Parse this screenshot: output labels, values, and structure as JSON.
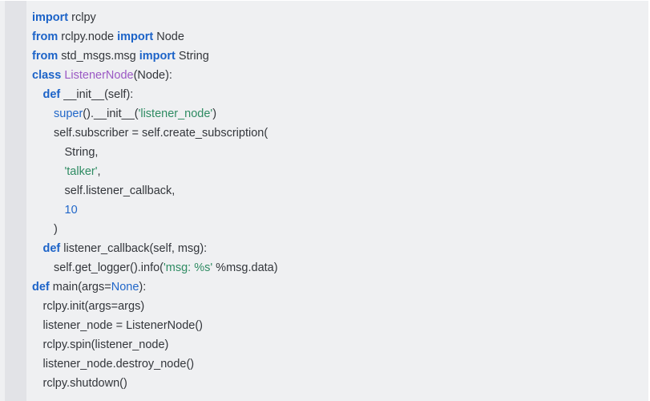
{
  "editor": {
    "language": "python",
    "background_color": "#eff0f2",
    "gutter_color": "#e2e3e7",
    "text_color": "#33363b",
    "theme_colors": {
      "keyword": "#1c63c8",
      "builtin": "#2167c9",
      "class_name": "#9b59c4",
      "string": "#2e8b62",
      "number": "#2167c9",
      "constant": "#2167c9"
    }
  },
  "code": {
    "lines": [
      {
        "indent": 0,
        "tokens": [
          {
            "t": "import",
            "k": "kw"
          },
          {
            "t": " rclpy",
            "k": "plain"
          }
        ]
      },
      {
        "indent": 0,
        "tokens": [
          {
            "t": "from",
            "k": "kw"
          },
          {
            "t": " rclpy.node ",
            "k": "plain"
          },
          {
            "t": "import",
            "k": "kw"
          },
          {
            "t": " Node",
            "k": "plain"
          }
        ]
      },
      {
        "indent": 0,
        "tokens": [
          {
            "t": "from",
            "k": "kw"
          },
          {
            "t": " std_msgs.msg ",
            "k": "plain"
          },
          {
            "t": "import",
            "k": "kw"
          },
          {
            "t": " String",
            "k": "plain"
          }
        ]
      },
      {
        "indent": 0,
        "tokens": [
          {
            "t": "class",
            "k": "kw"
          },
          {
            "t": " ",
            "k": "plain"
          },
          {
            "t": "ListenerNode",
            "k": "class"
          },
          {
            "t": "(Node):",
            "k": "plain"
          }
        ]
      },
      {
        "indent": 1,
        "tokens": [
          {
            "t": "def",
            "k": "kw"
          },
          {
            "t": " __init__(self):",
            "k": "plain"
          }
        ]
      },
      {
        "indent": 2,
        "tokens": [
          {
            "t": "super",
            "k": "builtin"
          },
          {
            "t": "().__init__(",
            "k": "plain"
          },
          {
            "t": "'listener_node'",
            "k": "string"
          },
          {
            "t": ")",
            "k": "plain"
          }
        ]
      },
      {
        "indent": 2,
        "tokens": [
          {
            "t": "self.subscriber = self.create_subscription(",
            "k": "plain"
          }
        ]
      },
      {
        "indent": 3,
        "tokens": [
          {
            "t": "String,",
            "k": "plain"
          }
        ]
      },
      {
        "indent": 3,
        "tokens": [
          {
            "t": "'talker'",
            "k": "string"
          },
          {
            "t": ",",
            "k": "plain"
          }
        ]
      },
      {
        "indent": 3,
        "tokens": [
          {
            "t": "self.listener_callback,",
            "k": "plain"
          }
        ]
      },
      {
        "indent": 3,
        "tokens": [
          {
            "t": "10",
            "k": "number"
          }
        ]
      },
      {
        "indent": 2,
        "tokens": [
          {
            "t": ")",
            "k": "plain"
          }
        ]
      },
      {
        "indent": 1,
        "tokens": [
          {
            "t": "def",
            "k": "kw"
          },
          {
            "t": " listener_callback(self, msg):",
            "k": "plain"
          }
        ]
      },
      {
        "indent": 2,
        "tokens": [
          {
            "t": "self.get_logger().info(",
            "k": "plain"
          },
          {
            "t": "'msg: %s'",
            "k": "string"
          },
          {
            "t": " %msg.data)",
            "k": "plain"
          }
        ]
      },
      {
        "indent": 0,
        "tokens": [
          {
            "t": "def",
            "k": "kw"
          },
          {
            "t": " main(args=",
            "k": "plain"
          },
          {
            "t": "None",
            "k": "const"
          },
          {
            "t": "):",
            "k": "plain"
          }
        ]
      },
      {
        "indent": 1,
        "tokens": [
          {
            "t": "rclpy.init(args=args)",
            "k": "plain"
          }
        ]
      },
      {
        "indent": 1,
        "tokens": [
          {
            "t": "listener_node = ListenerNode()",
            "k": "plain"
          }
        ]
      },
      {
        "indent": 1,
        "tokens": [
          {
            "t": "rclpy.spin(listener_node)",
            "k": "plain"
          }
        ]
      },
      {
        "indent": 1,
        "tokens": [
          {
            "t": "listener_node.destroy_node()",
            "k": "plain"
          }
        ]
      },
      {
        "indent": 1,
        "tokens": [
          {
            "t": "rclpy.shutdown()",
            "k": "plain"
          }
        ]
      }
    ]
  }
}
